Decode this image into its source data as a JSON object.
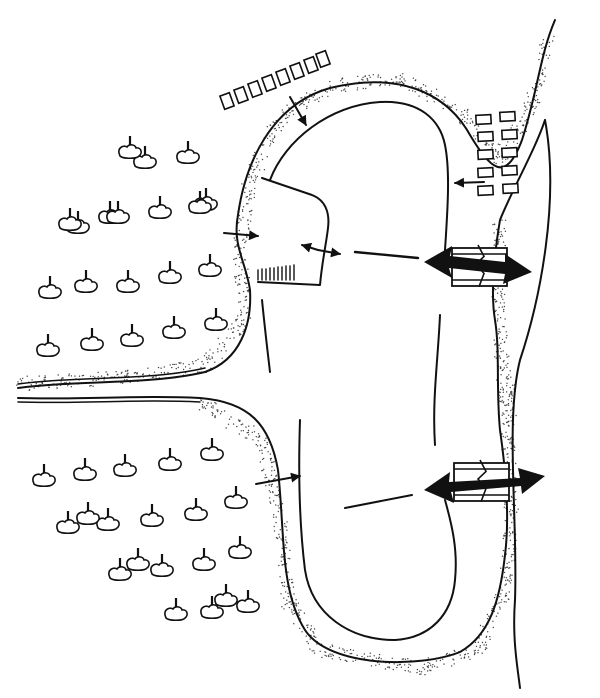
{
  "diagram": {
    "colors": {
      "ink": "#111111",
      "paper": "#ffffff",
      "stipple": "#444444"
    },
    "icons": {
      "vegetation": "tree-icon",
      "buildings": "building-icon",
      "bridge": "bridge-icon",
      "flow_arrow": "arrow-icon",
      "exchange_arrow": "double-arrow-icon"
    },
    "counts": {
      "upper_trees": 20,
      "lower_trees": 20,
      "top_buildings": 8,
      "right_buildings": 10,
      "bridges": 2
    }
  }
}
